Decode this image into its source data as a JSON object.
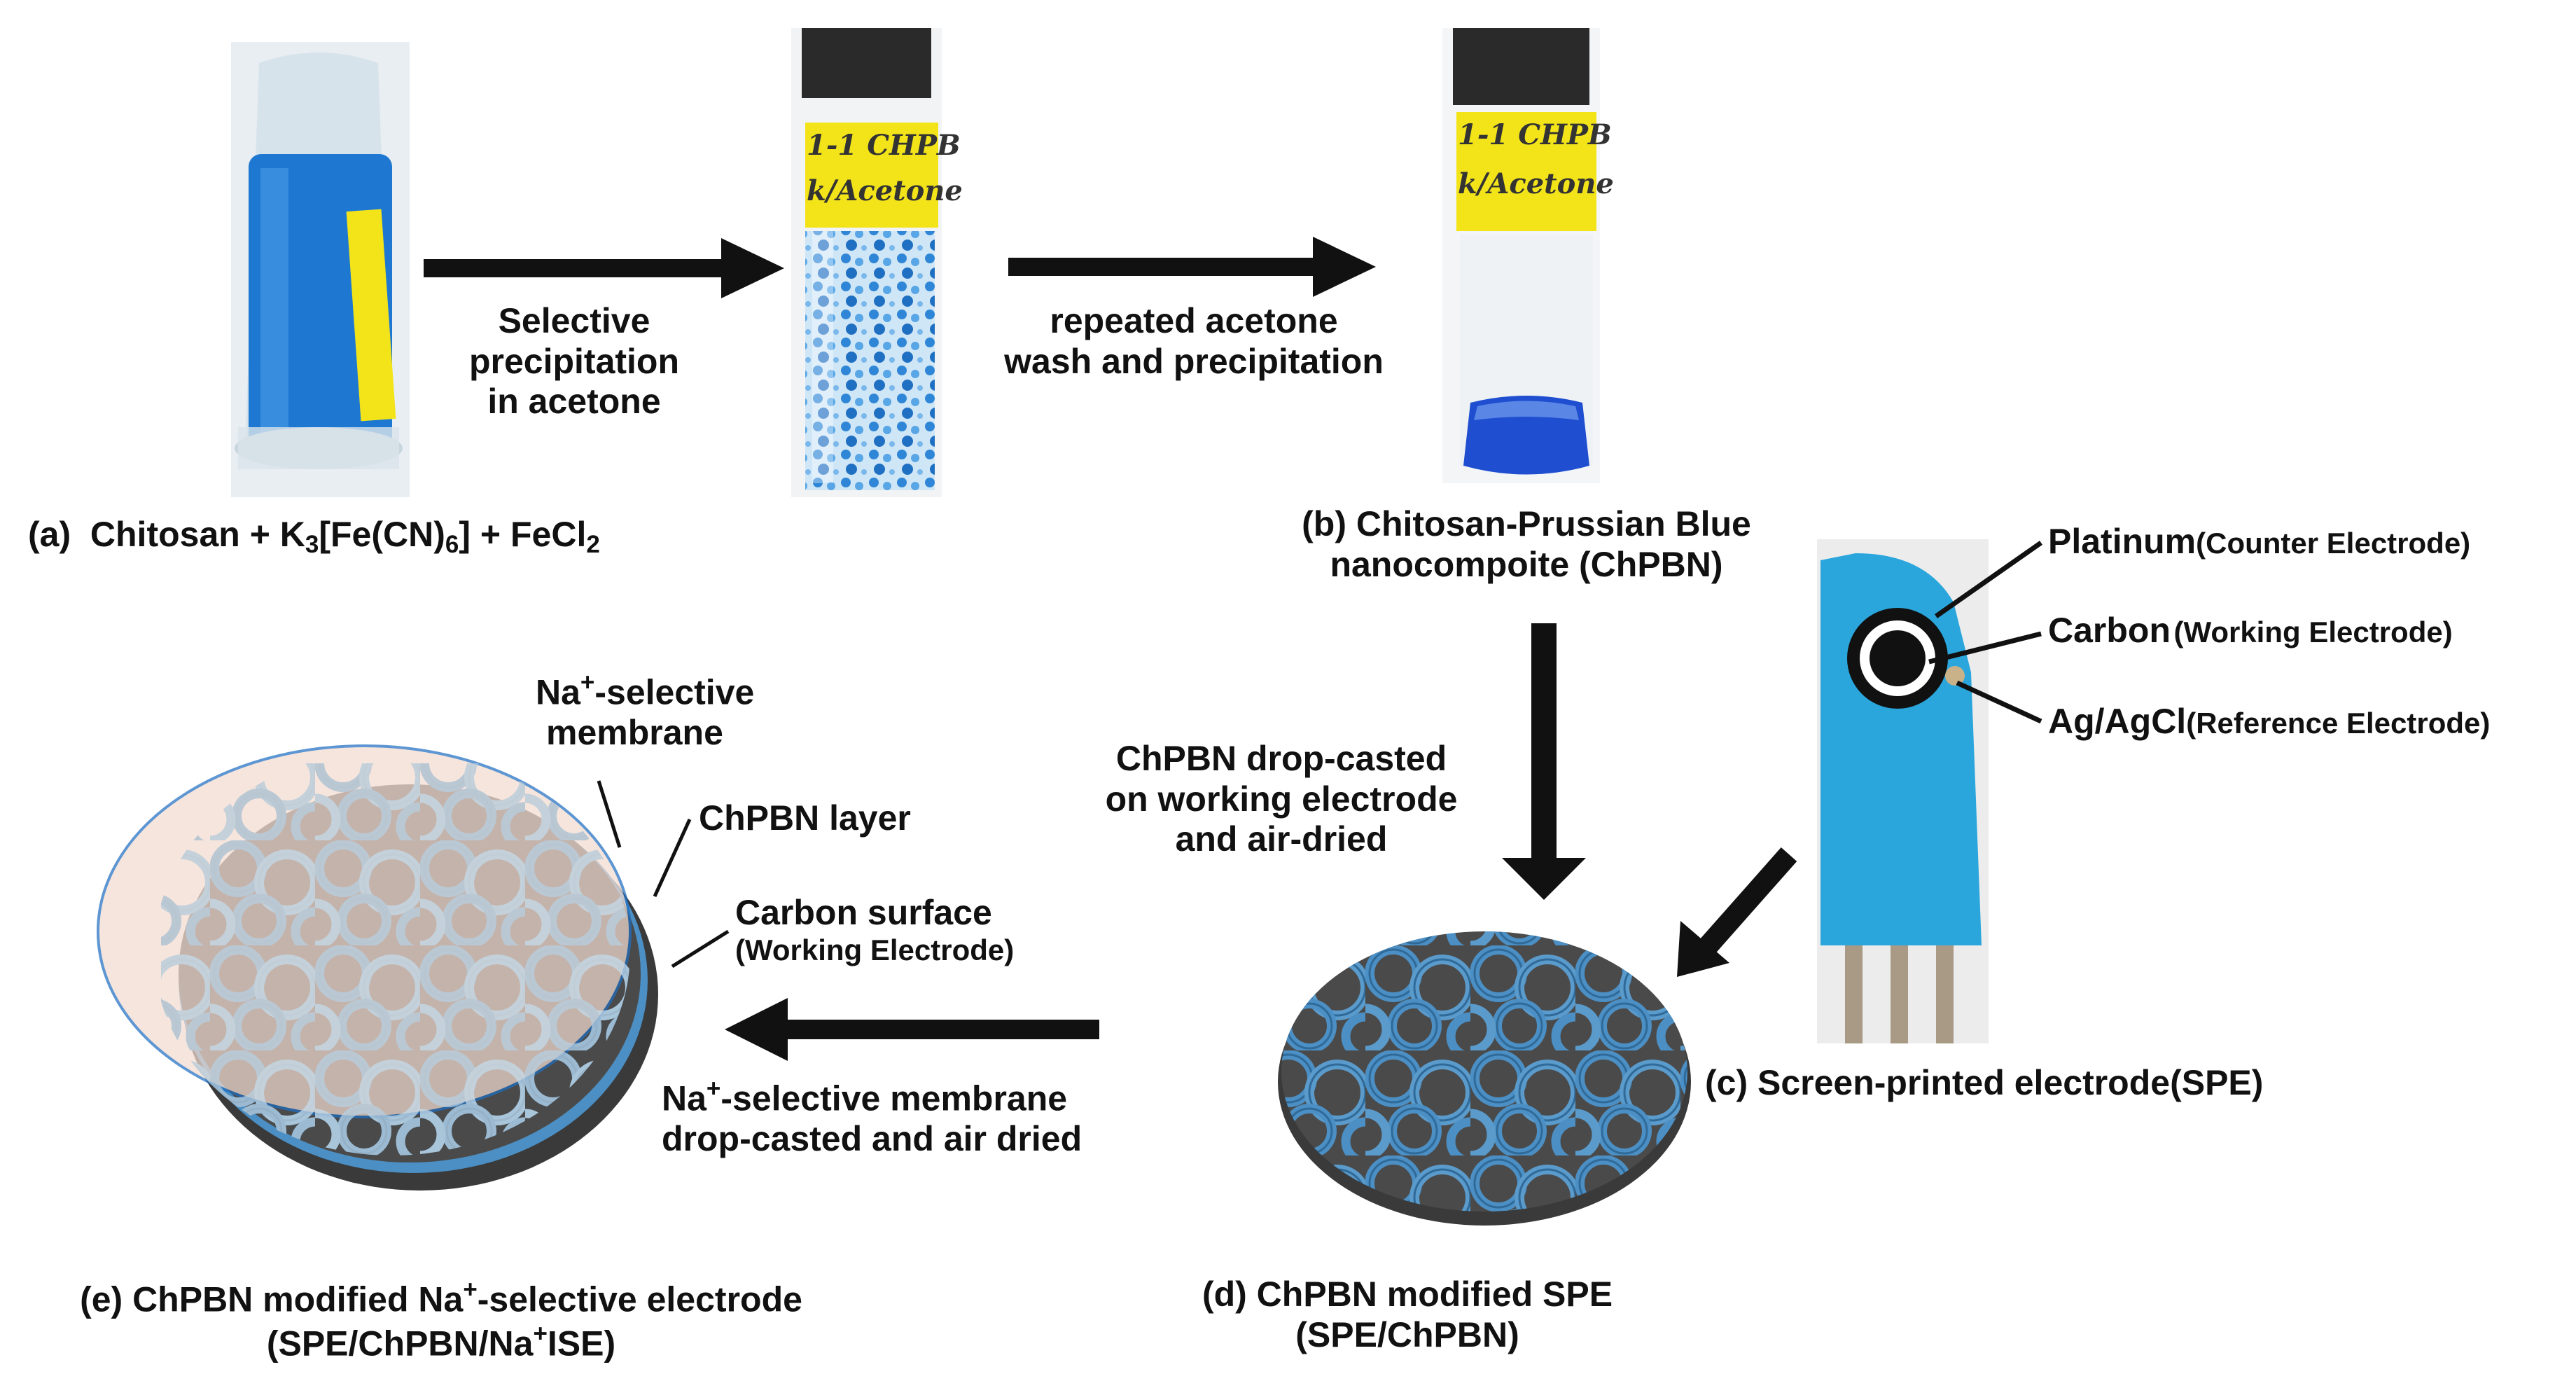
{
  "colors": {
    "blue_solution": "#1e78d2",
    "pb_blue": "#4b8fc4",
    "pb_blue_dark": "#2f6a99",
    "electrode_blue": "#2aa6dc",
    "carbon_gray": "#4a4a4a",
    "membrane_fill": "#f3dcd0",
    "tape_yellow": "#f3e41a",
    "arrow": "#111111"
  },
  "icons": {
    "vial_a": "vial-icon",
    "vial_mid": "vial-icon",
    "vial_b": "vial-icon",
    "spe": "screen-printed-electrode-icon",
    "disc_d": "coated-disc-icon",
    "disc_e": "membrane-disc-icon"
  },
  "vial_labels": {
    "mid_line1": "1-1 CHPB",
    "mid_line2": "k/Acetone",
    "b_line1": "1-1 CHPB",
    "b_line2": "k/Acetone"
  },
  "steps": {
    "step1": {
      "line1": "Selective",
      "line2": "precipitation",
      "line3": "in acetone"
    },
    "step2": {
      "line1": "repeated acetone",
      "line2": "wash and precipitation"
    },
    "step3": {
      "line1": "ChPBN drop-casted",
      "line2": "on working electrode",
      "line3": "and air-dried"
    },
    "step4": {
      "line1_sub": "-selective membrane",
      "line2": "drop-casted and air dried"
    }
  },
  "captions": {
    "a": {
      "tag": "(a)",
      "text1": "Chitosan + K",
      "sub1": "3",
      "text2": "[Fe(CN)",
      "sub2": "6",
      "text3": "] + FeCl",
      "sub3": "2"
    },
    "b": {
      "line1": "(b)  Chitosan-Prussian Blue",
      "line2": "nanocompoite (ChPBN)"
    },
    "c": {
      "text": "(c) Screen-printed electrode(SPE)"
    },
    "d": {
      "line1": "(d)  ChPBN modified SPE",
      "line2": "(SPE/ChPBN)"
    },
    "e": {
      "line1a": "(e)  ChPBN modified Na",
      "line1b": "-selective electrode",
      "line2a": "(SPE/ChPBN/Na",
      "line2b": "ISE)"
    }
  },
  "na": {
    "base": "Na",
    "charge": "+"
  },
  "electrode_labels": {
    "platinum": {
      "name": "Platinum",
      "role": "(Counter Electrode)"
    },
    "carbon": {
      "name": "Carbon",
      "role": "(Working Electrode)"
    },
    "agcl": {
      "name": "Ag/AgCl",
      "role": "(Reference Electrode)"
    }
  },
  "layer_labels": {
    "membrane_a_sub": "-selective",
    "membrane_b": "membrane",
    "chpbn_layer": "ChPBN layer",
    "carbon_surface": "Carbon surface",
    "working_electrode": "(Working Electrode)"
  }
}
